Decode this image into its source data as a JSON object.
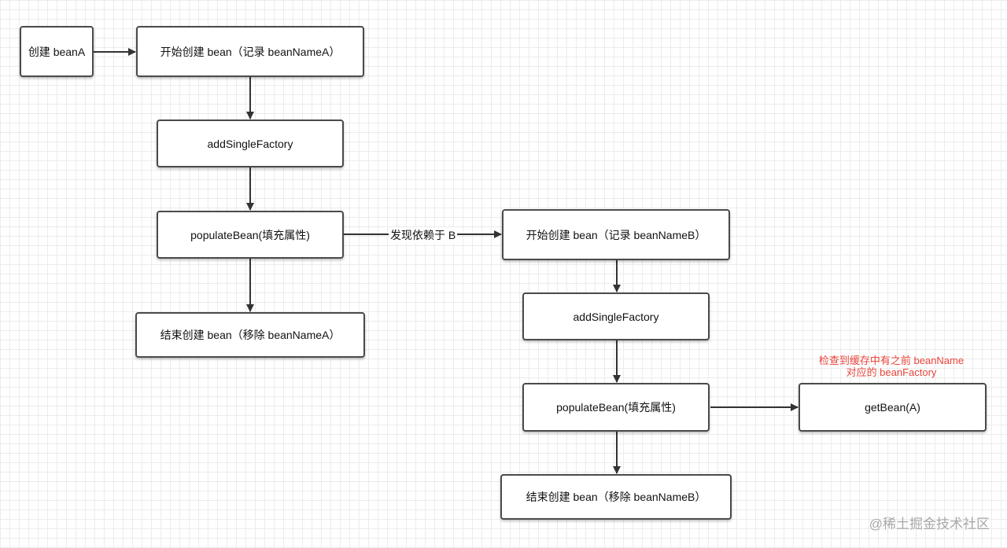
{
  "nodes": {
    "create_bean_a": "创建 beanA",
    "start_create_a": "开始创建 bean（记录 beanNameA）",
    "add_single_factory_a": "addSingleFactory",
    "populate_bean_a": "populateBean(填充属性)",
    "end_create_a": "结束创建 bean（移除 beanNameA）",
    "start_create_b": "开始创建 bean（记录 beanNameB）",
    "add_single_factory_b": "addSingleFactory",
    "populate_bean_b": "populateBean(填充属性)",
    "end_create_b": "结束创建 bean（移除 beanNameB）",
    "get_bean_a": "getBean(A)"
  },
  "edges": {
    "depends_on_b_label": "发现依赖于 B"
  },
  "annotation": {
    "line1": "检查到缓存中有之前 beanName",
    "line2": "对应的 beanFactory"
  },
  "watermark": "@稀土掘金技术社区",
  "colors": {
    "node_border": "#4a4a4a",
    "arrow": "#333333",
    "annotation": "#e8443a",
    "grid": "#ececec",
    "watermark": "#a8a8a8"
  }
}
